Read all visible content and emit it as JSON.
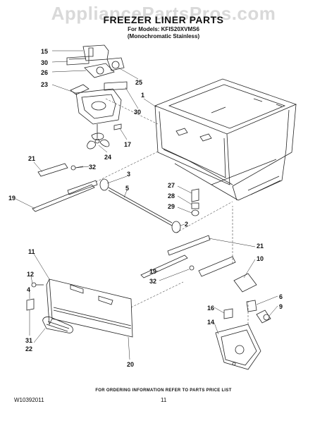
{
  "watermark": "AppliancePartsPros.com",
  "header": {
    "title": "FREEZER LINER PARTS",
    "models": "For Models: KFIS20XVMS6",
    "variant": "(Monochromatic Stainless)"
  },
  "callouts": {
    "c15": "15",
    "c30a": "30",
    "c26": "26",
    "c23": "23",
    "c25": "25",
    "c1": "1",
    "c30b": "30",
    "c17": "17",
    "c24": "24",
    "c21a": "21",
    "c32a": "32",
    "c3": "3",
    "c5": "5",
    "c19a": "19",
    "c27": "27",
    "c28": "28",
    "c29": "29",
    "c2": "2",
    "c21b": "21",
    "c10": "10",
    "c19b": "19",
    "c32b": "32",
    "c11": "11",
    "c12": "12",
    "c4": "4",
    "c31": "31",
    "c22": "22",
    "c6": "6",
    "c9": "9",
    "c16": "16",
    "c14": "14",
    "c20": "20"
  },
  "footer": {
    "note": "FOR ORDERING INFORMATION REFER TO PARTS PRICE LIST",
    "doc_number": "W10392011",
    "page": "11"
  }
}
